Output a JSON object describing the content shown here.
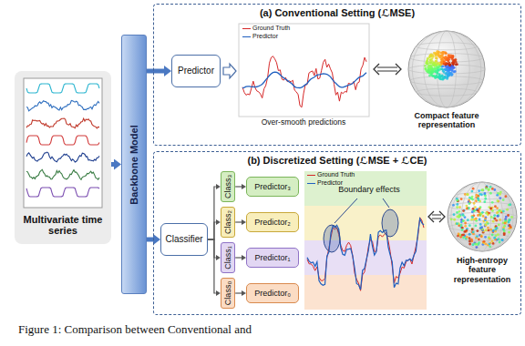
{
  "diagram": {
    "caption": "Figure 1: Comparison between Conventional and",
    "nodes": [
      {
        "text": [
          "Multivariate time series"
        ]
      },
      {
        "text": [
          "Backbone Model"
        ]
      },
      {
        "text": [
          "(a) Conventional Setting (ℒMSE)"
        ]
      },
      {
        "text": [
          "Predictor"
        ],
        "in": 2
      },
      {
        "text": [
          "(b) Discretized Setting (ℒMSE + ℒCE)"
        ]
      },
      {
        "text": [
          "Classifier"
        ],
        "in": 4
      },
      {
        "text": [
          "Class₃"
        ],
        "in": 4
      },
      {
        "text": [
          "Class₂"
        ],
        "in": 4
      },
      {
        "text": [
          "Class₁"
        ],
        "in": 4
      },
      {
        "text": [
          "Class₀"
        ],
        "in": 4
      },
      {
        "text": [
          "Predictor₃"
        ],
        "in": 4
      },
      {
        "text": [
          "Predictor₂"
        ],
        "in": 4
      },
      {
        "text": [
          "Predictor₁"
        ],
        "in": 4
      },
      {
        "text": [
          "Predictor₀"
        ],
        "in": 4
      }
    ],
    "edges": [
      {
        "from": 0,
        "to": 1,
        "arrow": "to"
      },
      {
        "from": 1,
        "to": 3,
        "arrow": "to"
      },
      {
        "from": 1,
        "to": 5,
        "arrow": "to"
      },
      {
        "from": 5,
        "to": 6,
        "arrow": "to"
      },
      {
        "from": 5,
        "to": 7,
        "arrow": "to"
      },
      {
        "from": 5,
        "to": 8,
        "arrow": "to"
      },
      {
        "from": 5,
        "to": 9,
        "arrow": "to"
      },
      {
        "from": 6,
        "to": 10,
        "arrow": "to"
      },
      {
        "from": 7,
        "to": 11,
        "arrow": "to"
      },
      {
        "from": 8,
        "to": 12,
        "arrow": "to"
      },
      {
        "from": 9,
        "to": 13,
        "arrow": "to"
      }
    ],
    "labels": [
      "Over-smooth predictions",
      "Compact feature representation",
      "Ground Truth",
      "Predictor",
      "Boundary effects",
      "Ground Truth",
      "Predictor",
      "High-entropy feature representation"
    ]
  }
}
